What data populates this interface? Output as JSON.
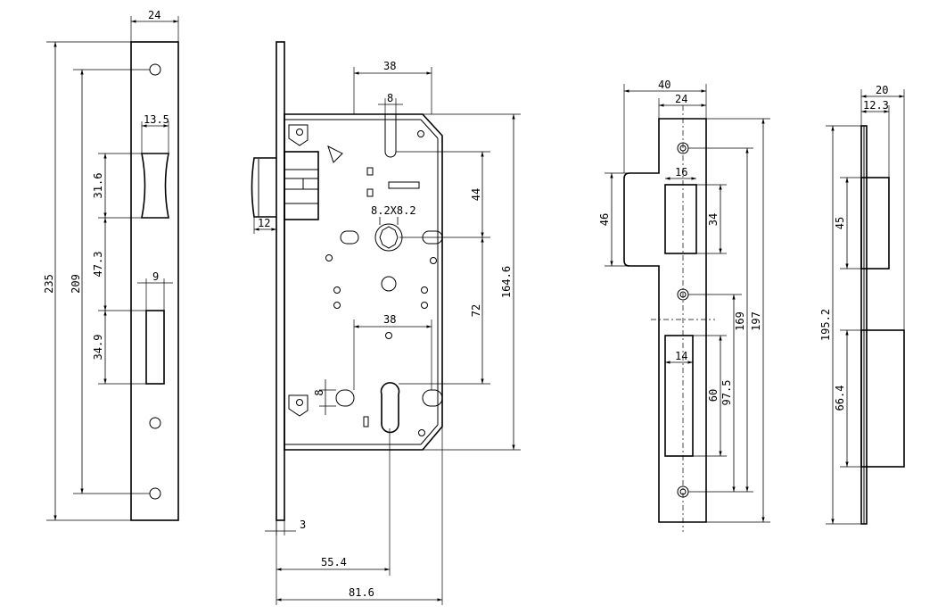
{
  "dimensions": {
    "faceplate_width": "24",
    "faceplate_total_length": "235",
    "faceplate_hole_spacing": "209",
    "latch_hole_width": "13.5",
    "latch_hole_length": "31.6",
    "latch_to_bolt_spacing": "47.3",
    "bolt_hole_width": "9",
    "bolt_hole_length": "34.9",
    "case_top_width": "38",
    "slot_width": "8",
    "handle_to_latch": "44",
    "spindle_size": "8.2X8.2",
    "latch_projection": "12",
    "case_height": "164.6",
    "handle_to_cylinder": "72",
    "cylinder_slot_width": "38",
    "small_slot": "8",
    "faceplate_thickness": "3",
    "backset": "55.4",
    "case_depth": "81.6",
    "strike_total_width": "40",
    "strike_plate_width": "24",
    "strike_lip_height": "46",
    "strike_latch_width": "16",
    "strike_latch_height": "34",
    "strike_hole_spacing": "169",
    "strike_total_length": "197",
    "strike_bolt_width": "14",
    "strike_bolt_height": "60",
    "strike_hole_to_latch": "97.5",
    "box_total_width": "20",
    "box_depth": "12.3",
    "box_latch_height": "45",
    "box_total_height": "195.2",
    "box_bolt_height": "66.4"
  }
}
